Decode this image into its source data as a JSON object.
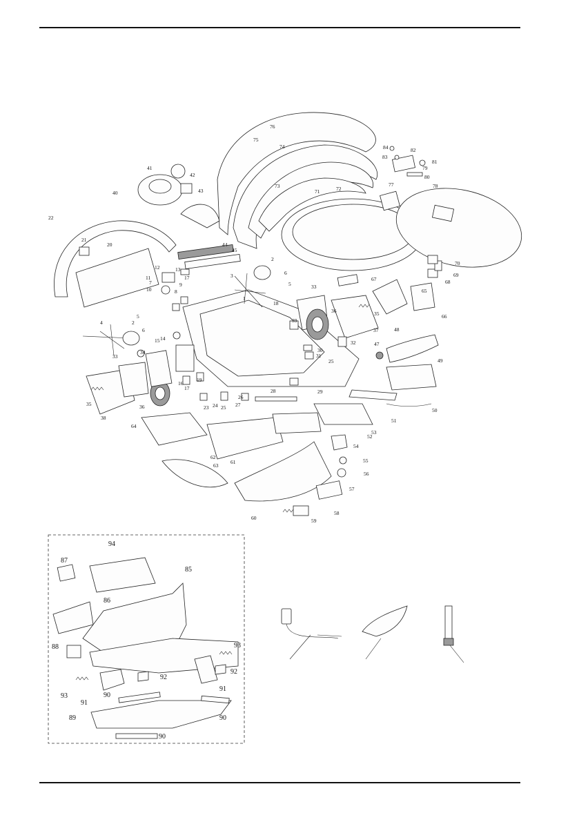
{
  "main_labels": [
    "1",
    "2",
    "2",
    "3",
    "4",
    "5",
    "5",
    "6",
    "6",
    "7",
    "8",
    "9",
    "10",
    "11",
    "12",
    "13",
    "14",
    "15",
    "16",
    "17",
    "17",
    "18",
    "19",
    "20",
    "21",
    "22",
    "23",
    "24",
    "25",
    "25",
    "26",
    "27",
    "28",
    "29",
    "30",
    "31",
    "32",
    "33",
    "33",
    "34",
    "35",
    "35",
    "36",
    "36",
    "37",
    "38",
    "39",
    "40",
    "41",
    "42",
    "43",
    "44",
    "45",
    "47",
    "48",
    "49",
    "50",
    "51",
    "52",
    "53",
    "54",
    "55",
    "56",
    "57",
    "58",
    "59",
    "60",
    "61",
    "62",
    "63",
    "64",
    "65",
    "66",
    "67",
    "68",
    "69",
    "70",
    "71",
    "72",
    "73",
    "74",
    "75",
    "76",
    "77",
    "78",
    "79",
    "80",
    "81",
    "82",
    "83",
    "84"
  ],
  "dock_labels": [
    "85",
    "86",
    "87",
    "88",
    "89",
    "90",
    "90",
    "90",
    "91",
    "91",
    "92",
    "92",
    "93",
    "93",
    "94"
  ],
  "accessories": [
    "adapter",
    "mop-cloth",
    "cleaning-brush"
  ]
}
